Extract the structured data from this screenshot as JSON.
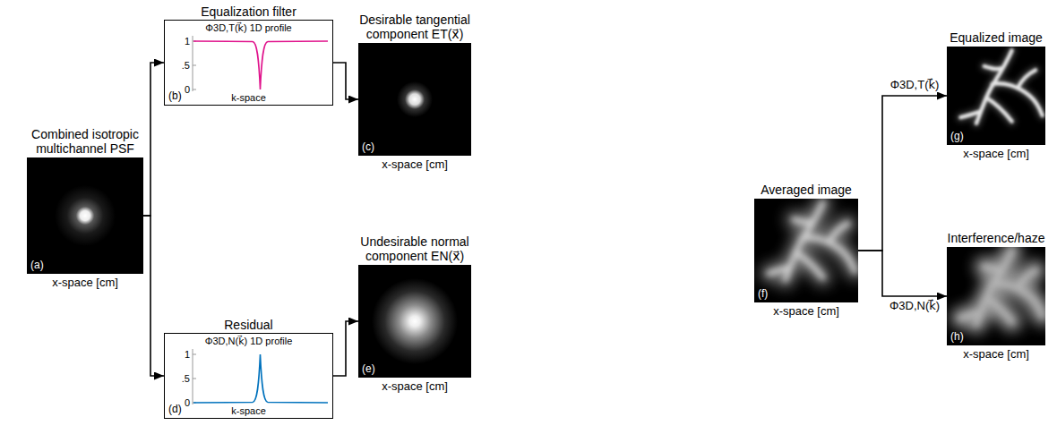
{
  "diagram": {
    "nodes": [
      {
        "text": [
          "Combined isotropic multichannel PSF",
          "(a)",
          "x-space [cm]"
        ]
      },
      {
        "text": [
          "Equalization filter",
          "Φ3D,T(k⃗) 1D profile",
          "1",
          ".5",
          "0",
          "(b)",
          "k-space"
        ]
      },
      {
        "text": [
          "Desirable tangential component ET(x⃗)",
          "(c)",
          "x-space [cm]"
        ]
      },
      {
        "text": [
          "Residual",
          "Φ3D,N(k⃗) 1D profile",
          "1",
          ".5",
          "0",
          "(d)",
          "k-space"
        ]
      },
      {
        "text": [
          "Undesirable normal component EN(x⃗)",
          "(e)",
          "x-space [cm]"
        ]
      },
      {
        "text": [
          "Averaged image",
          "(f)",
          "x-space [cm]"
        ]
      },
      {
        "text": [
          "Equalized image",
          "(g)",
          "x-space [cm]"
        ]
      },
      {
        "text": [
          "Interference/haze",
          "(h)",
          "x-space [cm]"
        ]
      }
    ],
    "edges": [
      {
        "from": 0,
        "to": 1,
        "arrow": "to"
      },
      {
        "from": 0,
        "to": 3,
        "arrow": "to"
      },
      {
        "from": 1,
        "to": 2,
        "arrow": "to"
      },
      {
        "from": 3,
        "to": 4,
        "arrow": "to"
      },
      {
        "from": 5,
        "to": 6,
        "label": "Φ3D,T(k⃗)",
        "arrow": "to"
      },
      {
        "from": 5,
        "to": 7,
        "label": "Φ3D,N(k⃗)",
        "arrow": "to"
      }
    ]
  }
}
